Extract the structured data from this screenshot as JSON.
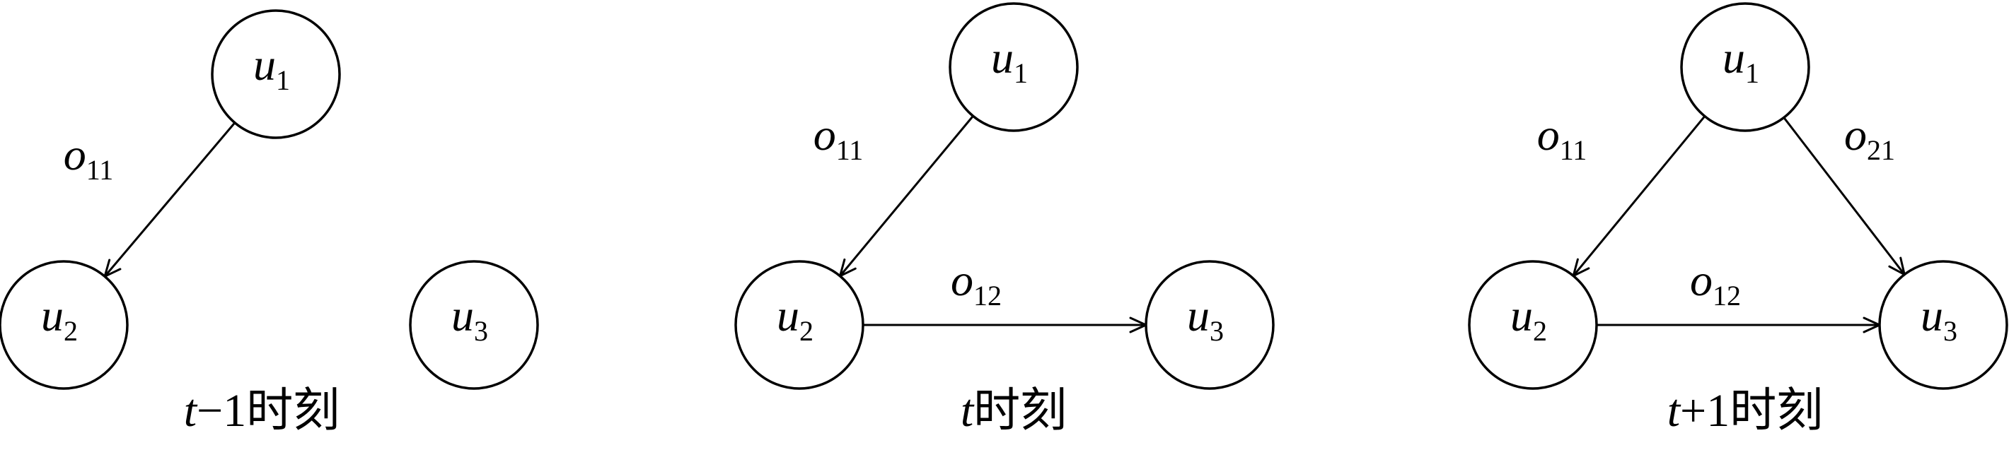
{
  "panels": [
    {
      "id": "t-minus-1",
      "caption": "t−1时刻",
      "caption_var": "t",
      "caption_rest": "−1时刻",
      "nodes": [
        {
          "id": "u1",
          "letter": "u",
          "sub": "1"
        },
        {
          "id": "u2",
          "letter": "u",
          "sub": "2"
        },
        {
          "id": "u3",
          "letter": "u",
          "sub": "3"
        }
      ],
      "edges": [
        {
          "from": "u1",
          "to": "u2",
          "letter": "o",
          "sub": "11"
        }
      ]
    },
    {
      "id": "t",
      "caption": "t时刻",
      "caption_var": "t",
      "caption_rest": "时刻",
      "nodes": [
        {
          "id": "u1",
          "letter": "u",
          "sub": "1"
        },
        {
          "id": "u2",
          "letter": "u",
          "sub": "2"
        },
        {
          "id": "u3",
          "letter": "u",
          "sub": "3"
        }
      ],
      "edges": [
        {
          "from": "u1",
          "to": "u2",
          "letter": "o",
          "sub": "11"
        },
        {
          "from": "u2",
          "to": "u3",
          "letter": "o",
          "sub": "12"
        }
      ]
    },
    {
      "id": "t-plus-1",
      "caption": "t+1时刻",
      "caption_var": "t",
      "caption_rest": "+1时刻",
      "nodes": [
        {
          "id": "u1",
          "letter": "u",
          "sub": "1"
        },
        {
          "id": "u2",
          "letter": "u",
          "sub": "2"
        },
        {
          "id": "u3",
          "letter": "u",
          "sub": "3"
        }
      ],
      "edges": [
        {
          "from": "u1",
          "to": "u2",
          "letter": "o",
          "sub": "11"
        },
        {
          "from": "u2",
          "to": "u3",
          "letter": "o",
          "sub": "12"
        },
        {
          "from": "u1",
          "to": "u3",
          "letter": "o",
          "sub": "21"
        }
      ]
    }
  ]
}
